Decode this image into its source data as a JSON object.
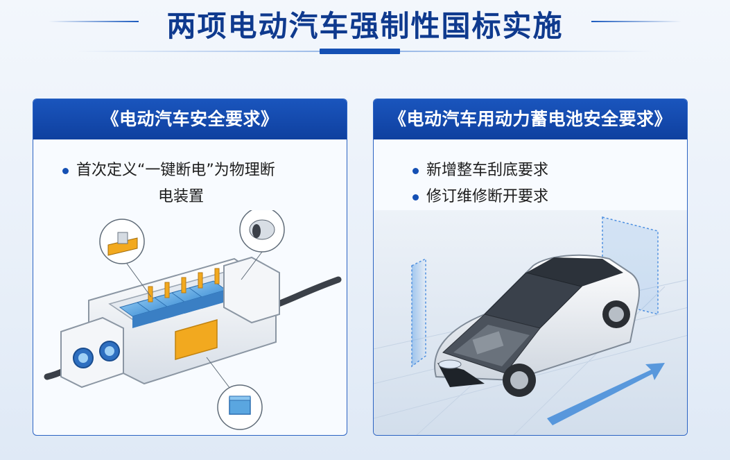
{
  "header": {
    "title": "两项电动汽车强制性国标实施"
  },
  "left_panel": {
    "title": "《电动汽车安全要求》",
    "bullets": [
      {
        "line1": "首次定义“一键断电”为物理断",
        "line2": "电装置"
      }
    ],
    "illustration": "disconnect-device-diagram"
  },
  "right_panel": {
    "title": "《电动汽车用动力蓄电池安全要求》",
    "bullets": [
      "新增整车刮底要求",
      "修订维修断开要求"
    ],
    "illustration": "white-sedan-open-hood"
  },
  "colors": {
    "title": "#0f3a8e",
    "panel_header": "#1550b4",
    "bullet_dot": "#1550b4",
    "accent_orange": "#f2a91f",
    "battery_blue": "#5aa6e0"
  }
}
